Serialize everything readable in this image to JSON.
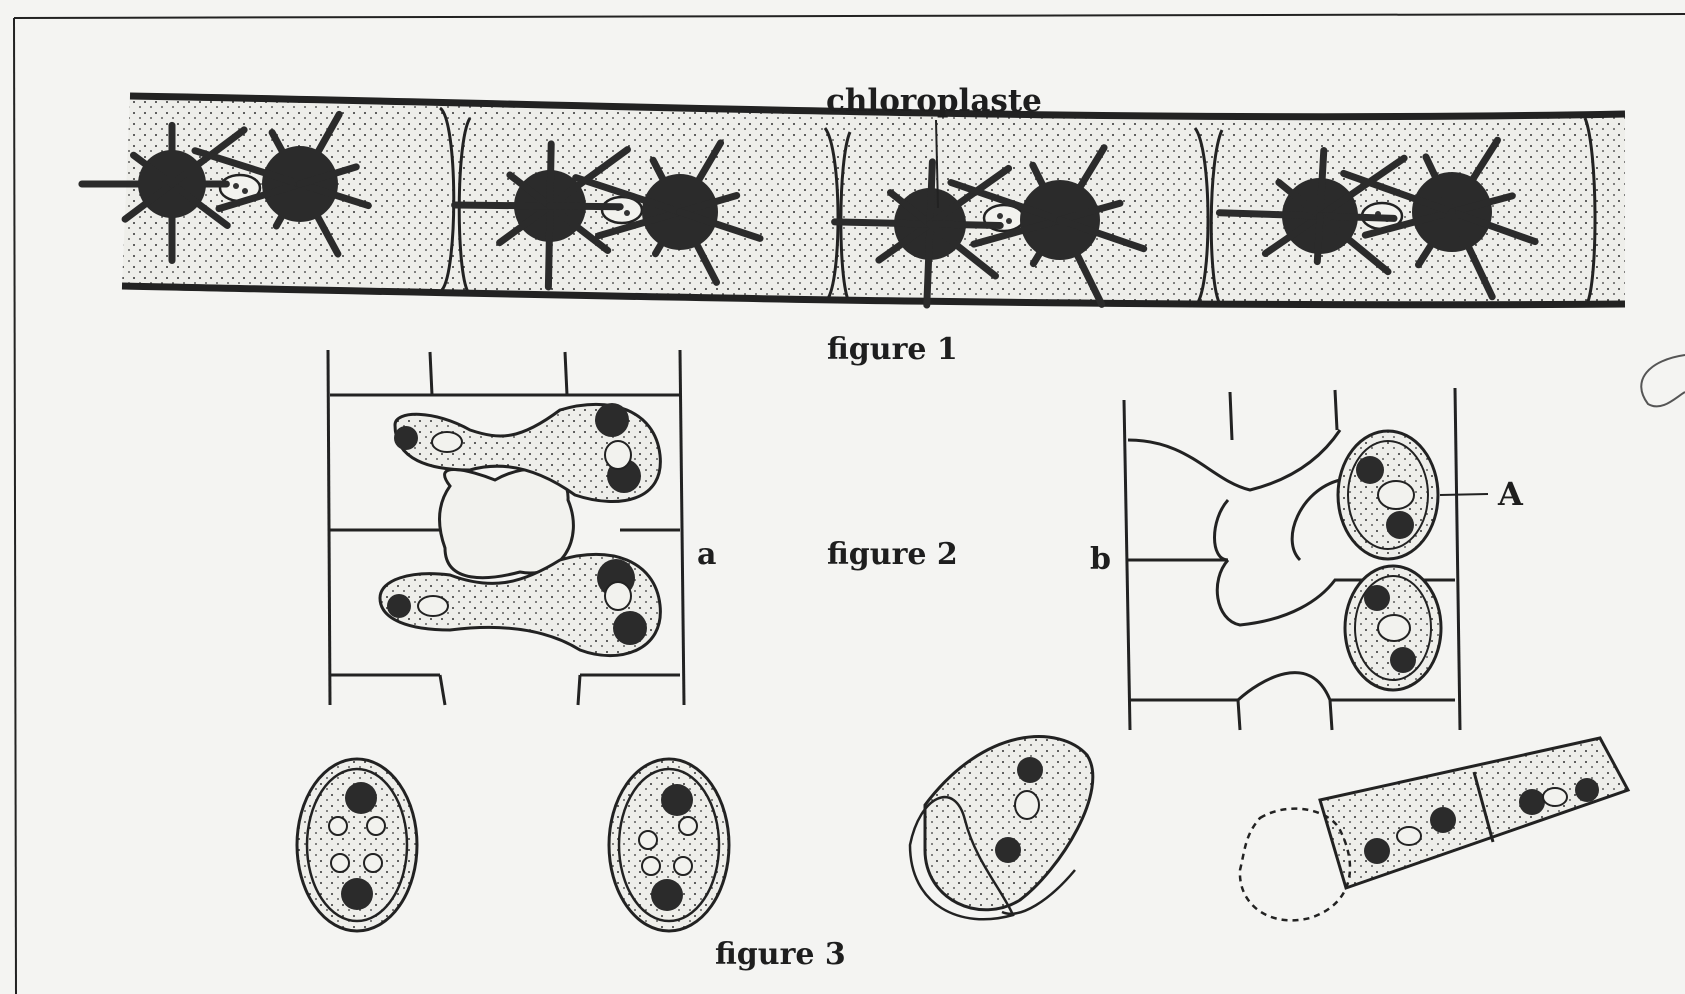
{
  "labels": {
    "chloroplaste": "chloroplaste",
    "figure1": "figure 1",
    "figure2": "figure 2",
    "figure3": "figure 3",
    "a": "a",
    "b": "b",
    "A": "A"
  },
  "colors": {
    "ink": "#1e1e1e",
    "paper": "#f4f4f2",
    "cytoplasm": "#ebebe7"
  }
}
